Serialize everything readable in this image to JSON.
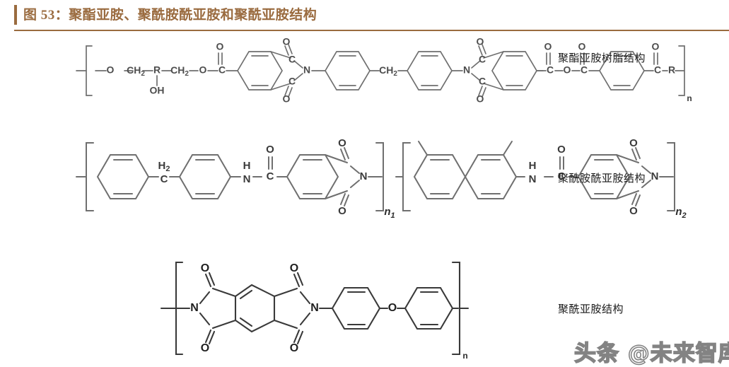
{
  "header": {
    "figure_title": "图 53：聚酯亚胺、聚酰胺酰亚胺和聚酰亚胺结构",
    "accent_color": "#9a6b3f",
    "rule_color": "#9a6b3f"
  },
  "structures": [
    {
      "id": "polyesterimide",
      "label": "聚酯亚胺树脂结构",
      "repeat_subscript": "n",
      "atoms": [
        "O",
        "CH2",
        "R",
        "CH2",
        "O",
        "C",
        "O",
        "N",
        "C",
        "OH"
      ],
      "description": "聚酯亚胺树脂重复单元：-[O-CH2-R(OH)-CH2-O-C(=O)-苯环-酰亚胺(N)-苯环-CH2-苯环-酰亚胺(N)-苯环-C(=O)-O-C(=O)-苯环-C(=O)-R]n-"
    },
    {
      "id": "polyamideimide",
      "label": "聚酰胺酰亚胺结构",
      "repeat_subscript_1": "n1",
      "repeat_subscript_2": "n2",
      "atoms": [
        "H2",
        "C",
        "H",
        "N",
        "O",
        "C"
      ],
      "description": "聚酰胺酰亚胺共聚物：[苯环-CH2-苯环-NH-C(=O)-邻苯二甲酰亚胺-N]n1 与 [二甲基联苯-NH-C(=O)-邻苯二甲酰亚胺-N]n2"
    },
    {
      "id": "polyimide",
      "label": "聚酰亚胺结构",
      "repeat_subscript": "n",
      "atoms": [
        "O",
        "N",
        "O"
      ],
      "description": "聚酰亚胺（PMDA-ODA）重复单元：[均苯四甲酸二酰亚胺(N,N')-苯环-O-苯环]n"
    }
  ],
  "labels": {
    "oxygen": "O",
    "nitrogen": "N",
    "carbon": "C",
    "hydrogen": "H",
    "hydroxyl": "OH",
    "methylene": "CH",
    "methylene_sub": "2",
    "h_sub": "2",
    "r_group": "R",
    "sub_n": "n",
    "sub_n1": "n",
    "sub_n1_idx": "1",
    "sub_n2": "n",
    "sub_n2_idx": "2"
  },
  "watermark": {
    "text": "头条 @未来智库"
  }
}
